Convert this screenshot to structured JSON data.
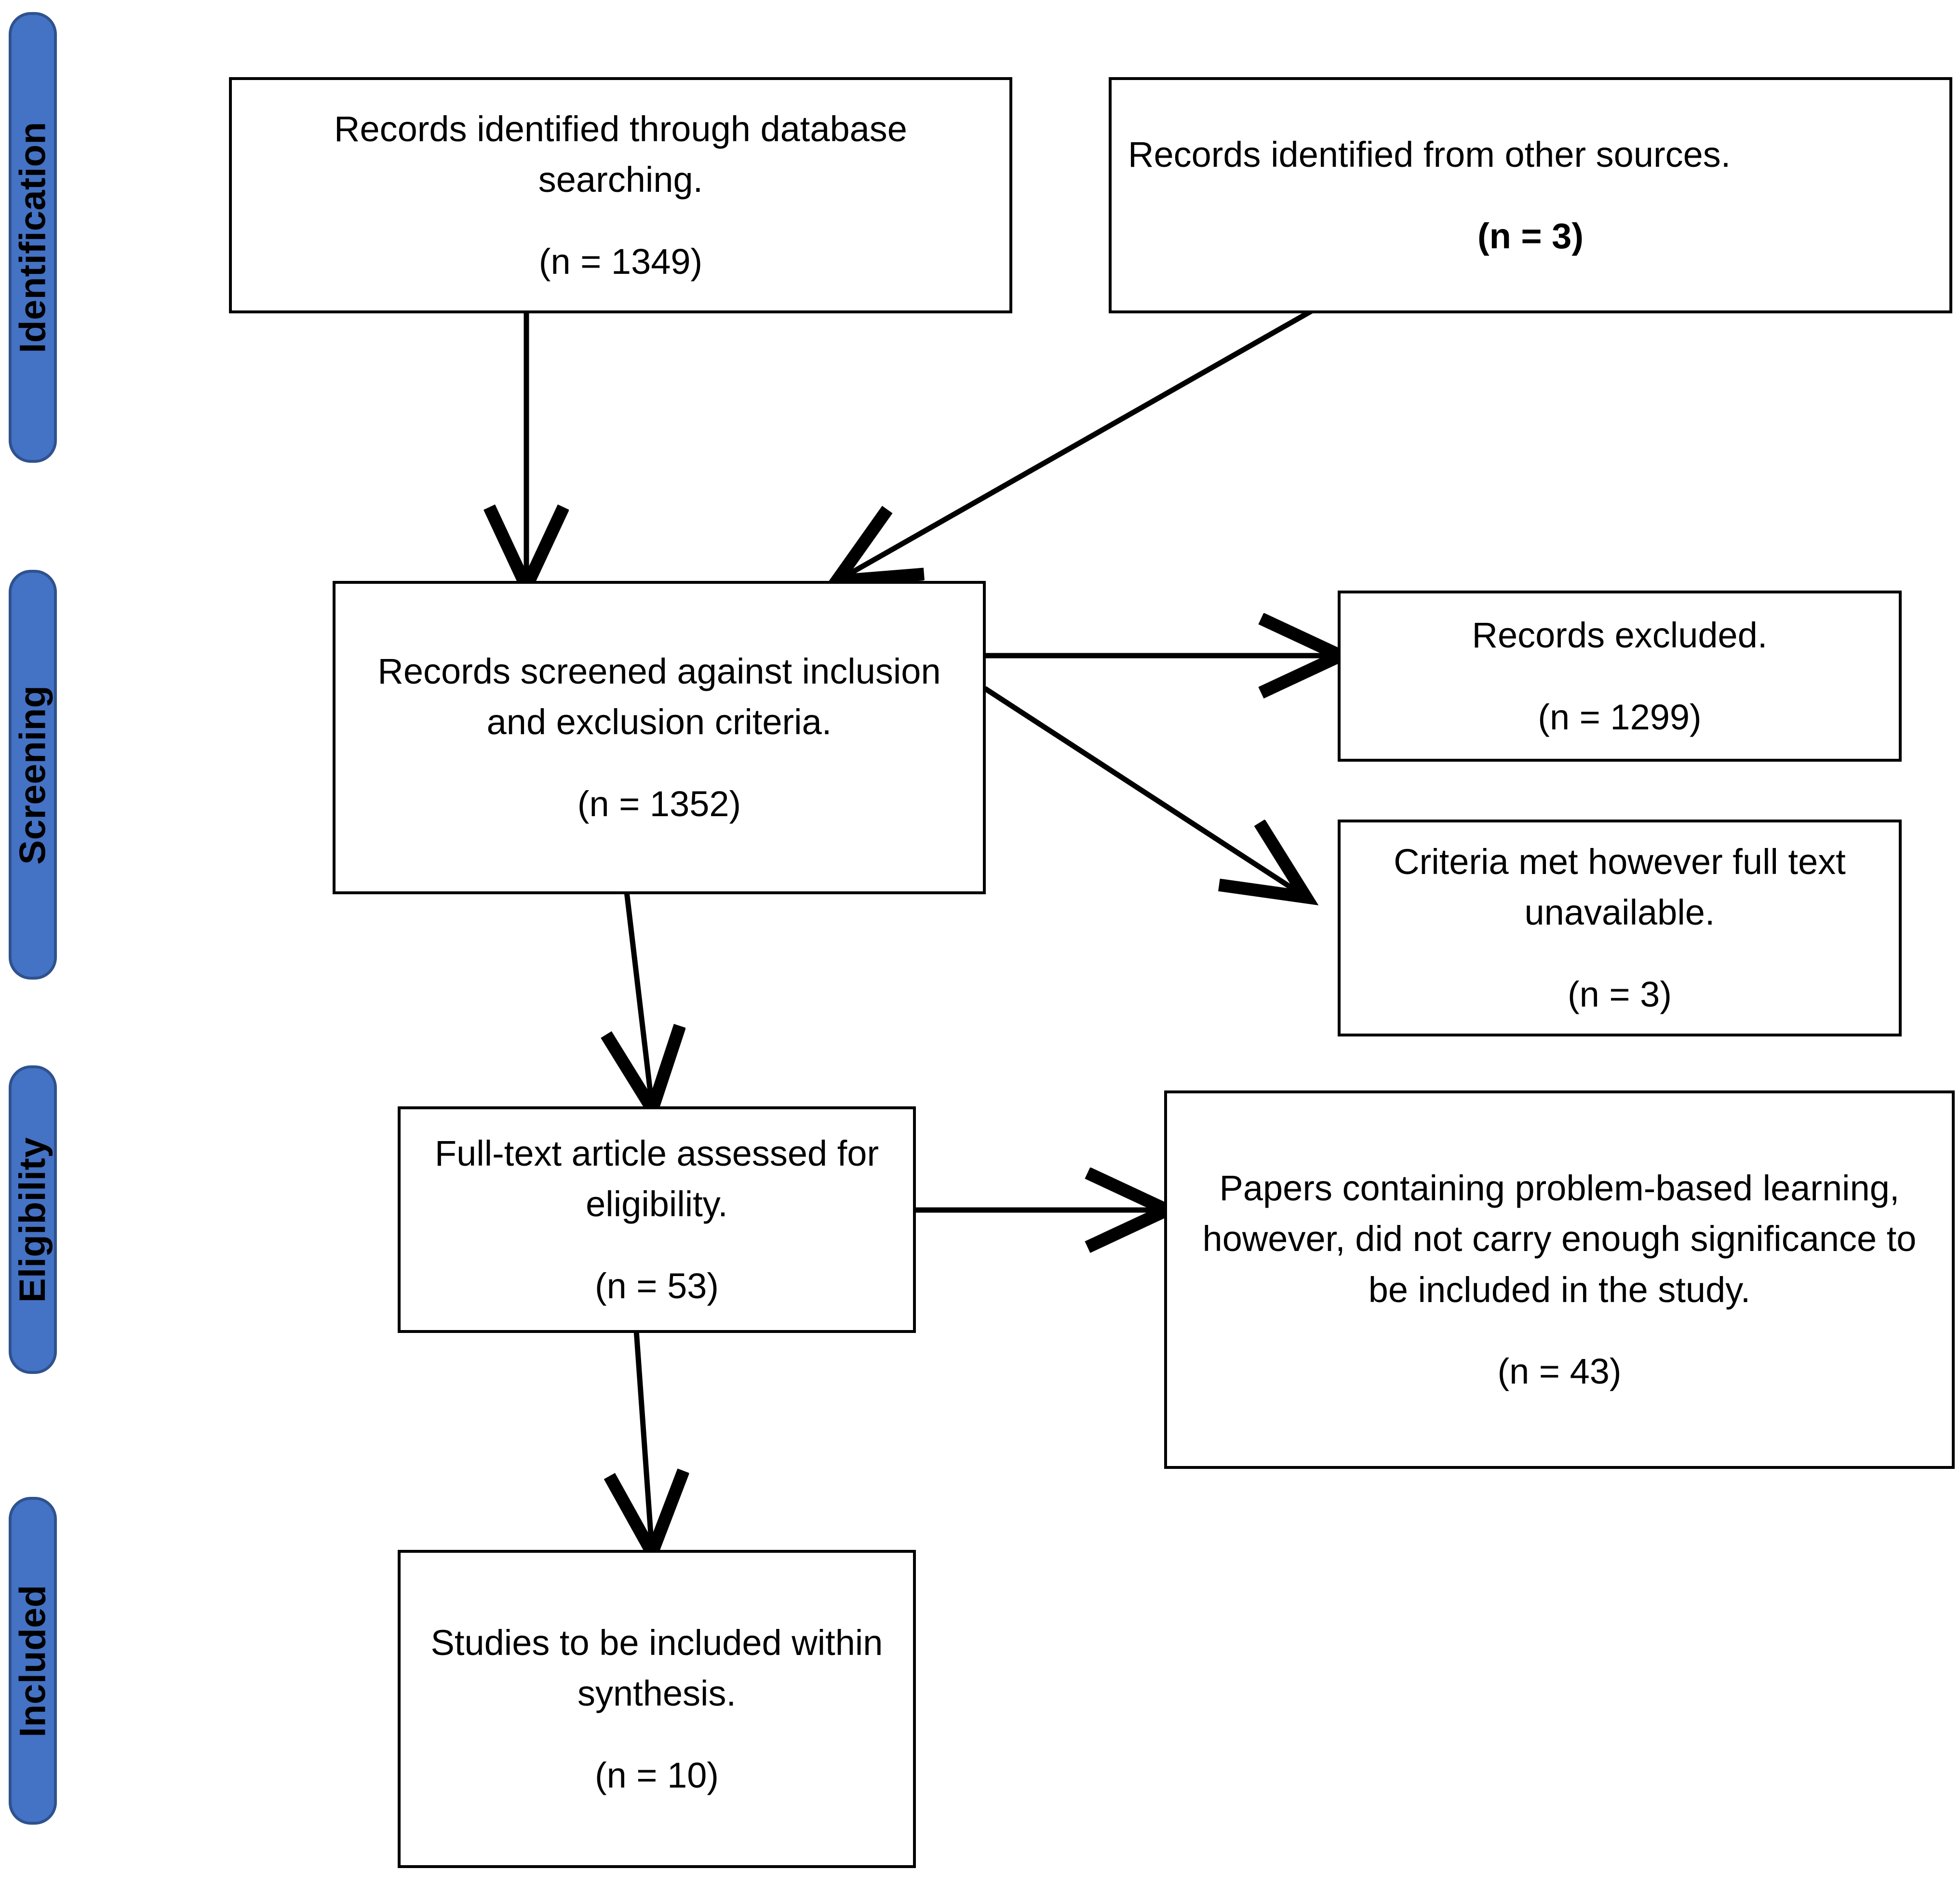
{
  "diagram": {
    "type": "prisma-flow-diagram",
    "accent_color": "#4472C4",
    "accent_border_color": "#2F528F",
    "box_border_color": "#000000",
    "background_color": "#FFFFFF"
  },
  "stages": [
    {
      "id": "identification",
      "label": "Identification"
    },
    {
      "id": "screening",
      "label": "Screening"
    },
    {
      "id": "eligibility",
      "label": "Eligibility"
    },
    {
      "id": "included",
      "label": "Included"
    }
  ],
  "nodes": [
    {
      "id": "db-search",
      "text": "Records identified through database searching.",
      "count": "(n = 1349)",
      "n": 1349
    },
    {
      "id": "other-sources",
      "text": "Records identified from other sources.",
      "count": "(n = 3)",
      "n": 3
    },
    {
      "id": "screened",
      "text": "Records screened against inclusion and exclusion criteria.",
      "count": "(n = 1352)",
      "n": 1352
    },
    {
      "id": "excluded",
      "text": "Records excluded.",
      "count": "(n = 1299)",
      "n": 1299
    },
    {
      "id": "no-full-text",
      "text": "Criteria met however full text unavailable.",
      "count": "(n = 3)",
      "n": 3
    },
    {
      "id": "full-text-assessed",
      "text": "Full-text article assessed for eligibility.",
      "count": "(n = 53)",
      "n": 53
    },
    {
      "id": "pbl-insufficient",
      "text": "Papers containing problem-based learning, however, did not carry enough significance to be included in the study.",
      "count": "(n = 43)",
      "n": 43
    },
    {
      "id": "included-synthesis",
      "text": "Studies to be included within synthesis.",
      "count": "(n = 10)",
      "n": 10
    }
  ],
  "edges": [
    {
      "from": "db-search",
      "to": "screened",
      "style": "vertical-arrow"
    },
    {
      "from": "other-sources",
      "to": "screened",
      "style": "diagonal-arrow"
    },
    {
      "from": "screened",
      "to": "excluded",
      "style": "horizontal-arrow"
    },
    {
      "from": "screened",
      "to": "no-full-text",
      "style": "diagonal-arrow"
    },
    {
      "from": "screened",
      "to": "full-text-assessed",
      "style": "vertical-arrow"
    },
    {
      "from": "full-text-assessed",
      "to": "pbl-insufficient",
      "style": "horizontal-arrow"
    },
    {
      "from": "full-text-assessed",
      "to": "included-synthesis",
      "style": "vertical-arrow"
    }
  ]
}
